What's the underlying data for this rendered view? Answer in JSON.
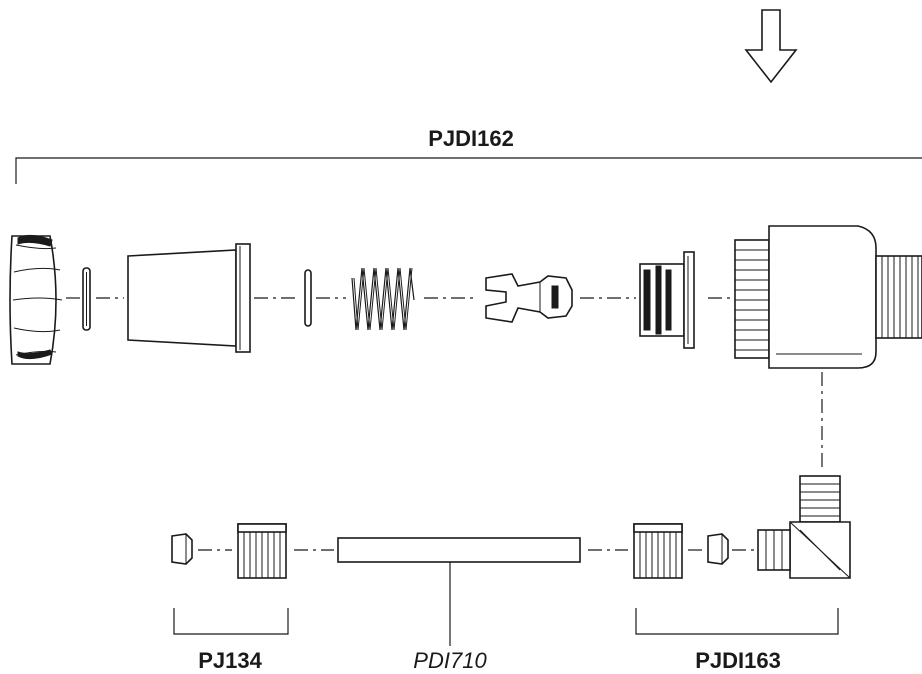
{
  "labels": {
    "top_assembly": "PJDI162",
    "left_kit": "PJ134",
    "tube": "PDI710",
    "right_kit": "PJDI163"
  }
}
